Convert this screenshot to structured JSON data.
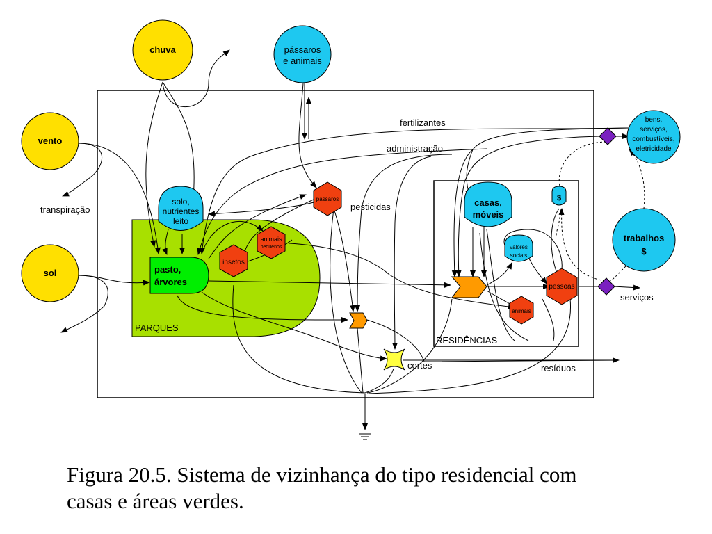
{
  "external_sources": {
    "chuva": "chuva",
    "passaros_animais": [
      "pássaros",
      "e animais"
    ],
    "vento": "vento",
    "sol": "sol",
    "bens": [
      "bens,",
      "serviços,",
      "combustíveis,",
      "eletricidade"
    ],
    "trabalhos": [
      "trabalhos",
      "$"
    ]
  },
  "flows": {
    "transpiracao": "transpiração",
    "fertilizantes": "fertilizantes",
    "administracao": "administração",
    "pesticidas": "pesticidas",
    "cortes": "cortes",
    "residuos": "resíduos",
    "servicos": "serviços"
  },
  "parques": {
    "label": "PARQUES",
    "solo": [
      "solo,",
      "nutrientes",
      "leito"
    ],
    "pasto": [
      "pasto,",
      "árvores"
    ],
    "insetos": "insetos",
    "animais_pequenos": [
      "animais",
      "pequenos"
    ],
    "passaros": "pássaros"
  },
  "residencias": {
    "label": "RESIDÊNCIAS",
    "casas": [
      "casas,",
      "móveis"
    ],
    "dinheiro": "$",
    "valores": [
      "valores",
      "sociais"
    ],
    "pessoas": "pessoas",
    "animais": "animais"
  },
  "colors": {
    "source_yellow": "#ffe000",
    "source_cyan": "#1ec8f0",
    "park_green": "#a8e000",
    "producer_green": "#00ee00",
    "consumer_red": "#f04010",
    "transaction_purple": "#7a20c0",
    "interaction_orange": "#ff9a00"
  },
  "caption": {
    "line1": "Figura 20.5. Sistema de vizinhança do tipo residencial com",
    "line2": "casas e áreas verdes."
  }
}
